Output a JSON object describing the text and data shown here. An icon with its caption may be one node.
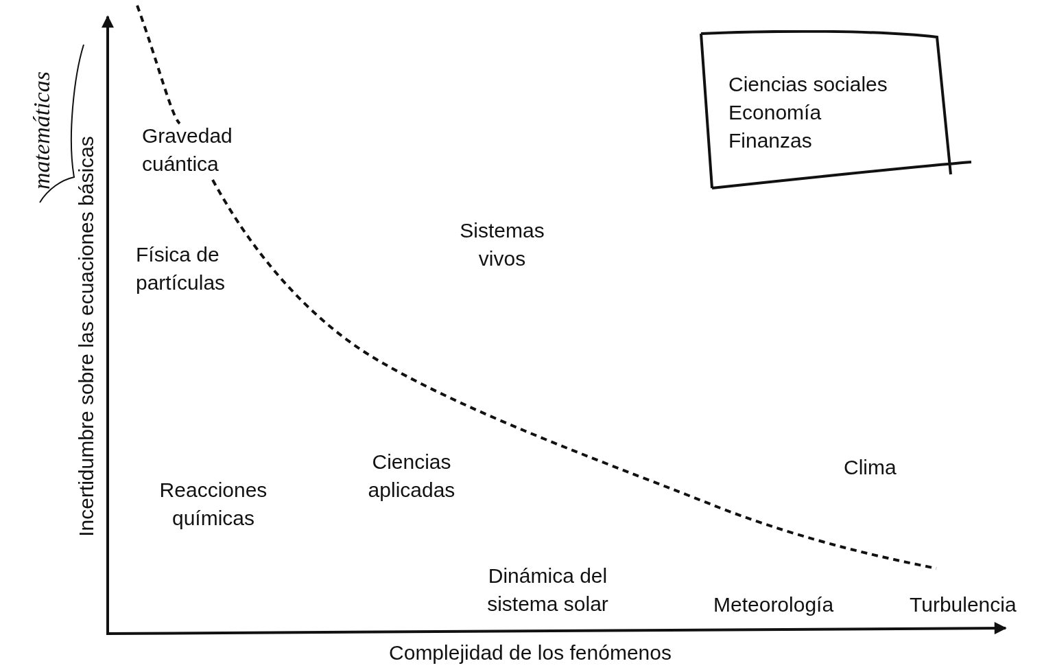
{
  "diagram": {
    "nodes": [
      {
        "text": [
          "Ciencias sociales",
          "Economía",
          "Finanzas"
        ]
      }
    ],
    "edges": [],
    "labels": [
      "Incertidumbre sobre las ecuaciones básicas",
      "matemáticas",
      "Gravedad cuántica",
      "Sistemas vivos",
      "Física de partículas",
      "Ciencias aplicadas",
      "Clima",
      "Reacciones químicas",
      "Dinámica del sistema solar",
      "Meteorología",
      "Turbulencia",
      "Complejidad de los fenómenos"
    ]
  }
}
